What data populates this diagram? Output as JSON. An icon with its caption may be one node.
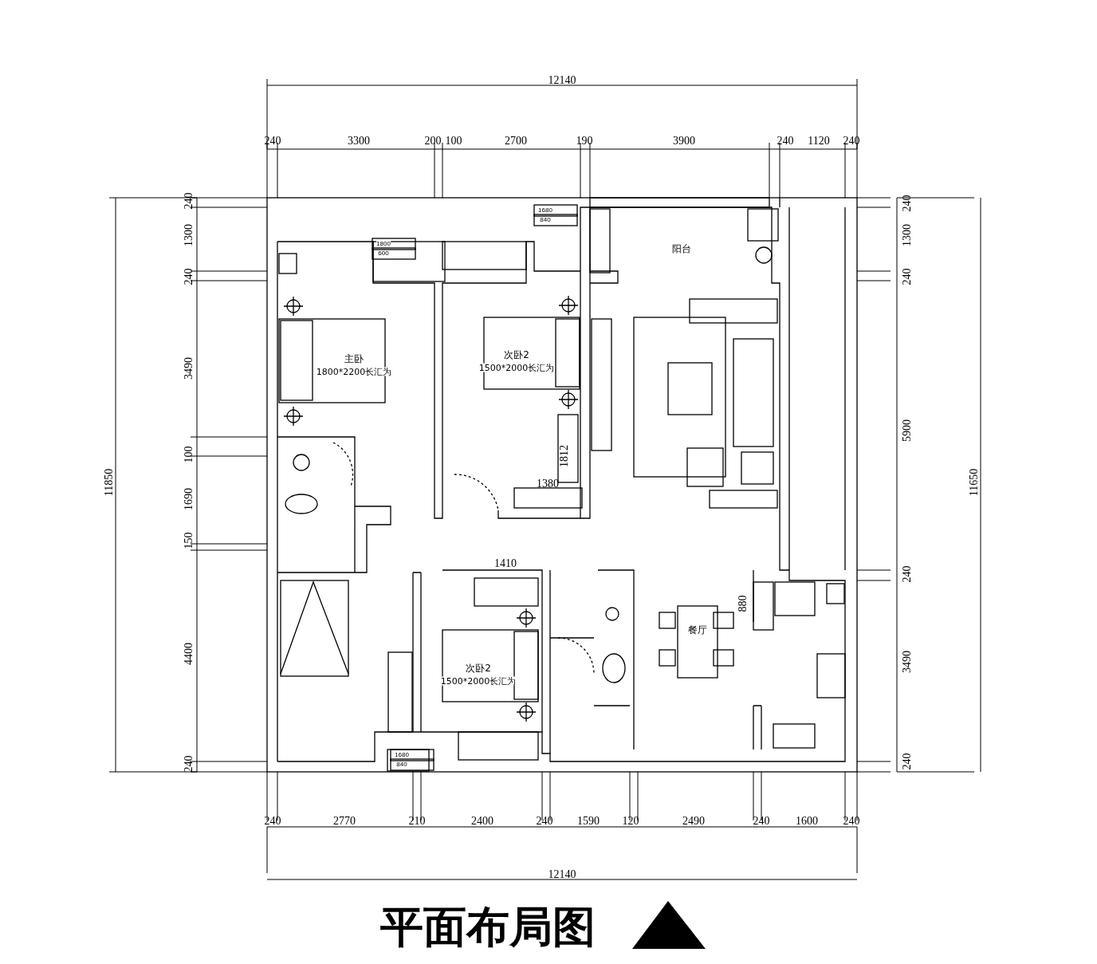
{
  "diagram": {
    "title": "平面布局图",
    "nodes": [
      {
        "text": [
          "主卧",
          "1800*2200长汇为"
        ]
      },
      {
        "text": [
          "次卧2",
          "1500*2000长汇为"
        ]
      },
      {
        "text": [
          "阳台"
        ]
      },
      {
        "text": [
          "次卧2",
          "1500*2000长汇为"
        ]
      },
      {
        "text": [
          "餐厅"
        ]
      }
    ],
    "edges": [],
    "labels": [
      "12140",
      "240",
      "3300",
      "200",
      "100",
      "2700",
      "190",
      "3900",
      "240",
      "1120",
      "240",
      "11850",
      "240",
      "1300",
      "240",
      "3490",
      "100",
      "1690",
      "150",
      "4400",
      "240",
      "11650",
      "240",
      "1300",
      "240",
      "5900",
      "240",
      "3490",
      "240",
      "240",
      "2770",
      "210",
      "2400",
      "240",
      "1590",
      "120",
      "2490",
      "240",
      "1600",
      "240",
      "12140",
      "1410",
      "880",
      "1812",
      "1380",
      "1800",
      "600",
      "1680",
      "840",
      "1680",
      "840"
    ]
  }
}
